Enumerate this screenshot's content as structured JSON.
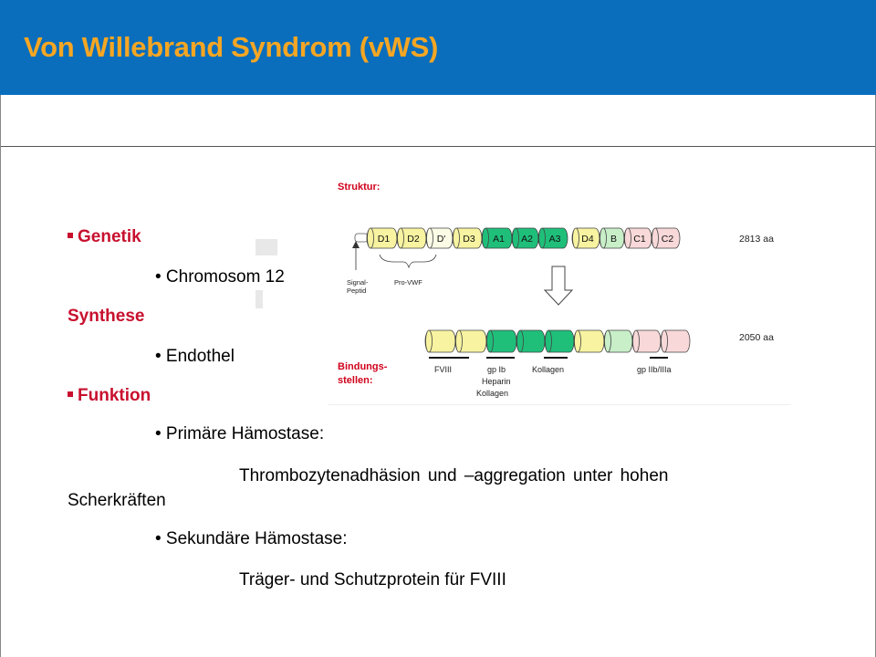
{
  "title": "Von Willebrand Syndrom (vWS)",
  "bullets": {
    "genetik_label": "Genetik",
    "chromosom": "• Chromosom 12",
    "synthese_label": "Synthese",
    "endothel": "• Endothel",
    "funktion_label": "Funktion",
    "primaer": "• Primäre Hämostase:",
    "primaer_detail_1": "Thrombozytenadhäsion und –aggregation unter hohen",
    "primaer_detail_2": "Scherkräften",
    "sekundaer": "• Sekundäre Hämostase:",
    "sekundaer_detail": "Träger- und Schutzprotein für FVIII"
  },
  "diagram": {
    "struktur_label": "Struktur:",
    "domains": [
      "D1",
      "D2",
      "D'",
      "D3",
      "A1",
      "A2",
      "A3",
      "D4",
      "B",
      "C1",
      "C2"
    ],
    "aa_top": "2813 aa",
    "signal_label_1": "Signal-",
    "signal_label_2": "Peptid",
    "pro_label": "Pro-VWF",
    "aa_bottom": "2050 aa",
    "bindung_label_1": "Bindungs-",
    "bindung_label_2": "stellen:",
    "sites": [
      "FVIII",
      "gp Ib",
      "Heparin",
      "Kollagen",
      "Kollagen",
      "gp IIb/IIIa"
    ],
    "colors": {
      "yellow": "#f7f3a0",
      "green": "#1fbf7a",
      "lightgreen": "#c8efc8",
      "pink": "#f8d8d8",
      "red_label": "#d0021b"
    }
  }
}
